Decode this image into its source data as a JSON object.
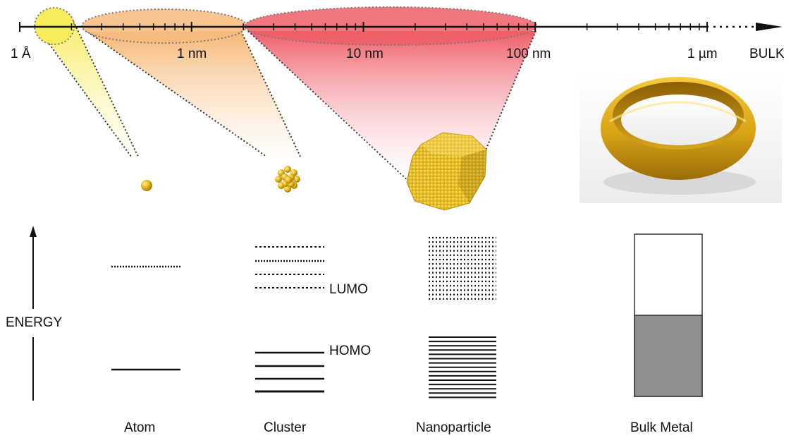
{
  "scale_axis": {
    "labels": [
      "1 Å",
      "1 nm",
      "10 nm",
      "100 nm",
      "1 µm",
      "BULK"
    ]
  },
  "energy_axis": {
    "label": "ENERGY"
  },
  "level_labels": {
    "lumo": "LUMO",
    "homo": "HOMO"
  },
  "categories": [
    "Atom",
    "Cluster",
    "Nanoparticle",
    "Bulk Metal"
  ],
  "colors": {
    "atom_cone": "#f7ef7a",
    "cluster_cone": "#f6b879",
    "nanoparticle_cone": "#ef6a72",
    "gold": "#e0b21a",
    "bulk_filled": "#8f8f8f"
  },
  "illustrations": {
    "atom": "gold-atom-sphere",
    "cluster": "gold-cluster-13-atoms",
    "nanoparticle": "gold-nanoparticle-cuboctahedron",
    "bulk": "gold-ring"
  },
  "bulk_band": {
    "filled_fraction": 0.5
  }
}
